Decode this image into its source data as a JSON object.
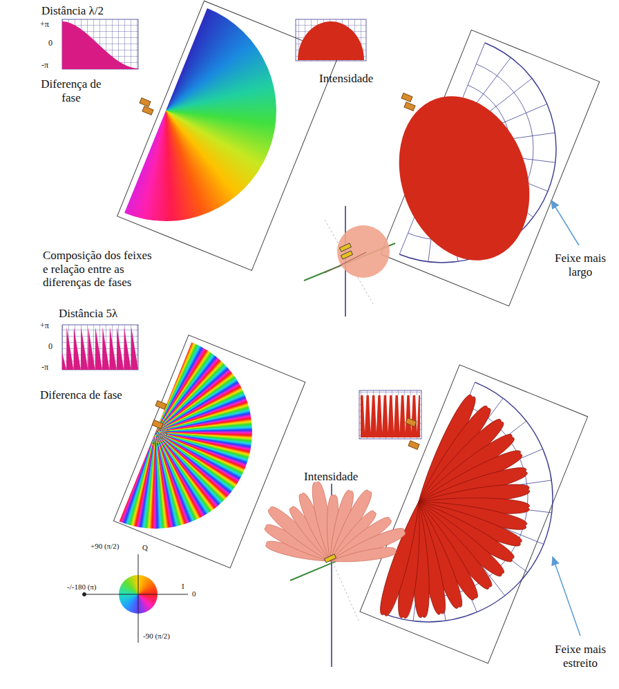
{
  "diagram": {
    "labels": [
      "Distância λ/2",
      "+π",
      "0",
      "-π",
      "Diferença de fase",
      "Intensidade",
      "Composição dos feixes e relação entre as diferenças de fases",
      "Feixe mais largo",
      "Distância 5λ",
      "+π",
      "0",
      "-π",
      "Diferenca de fase",
      "Intensidade",
      "+90 (π/2)",
      "Q",
      "-/-180 (π)",
      "I",
      "0",
      "-90 (π/2)",
      "Feixe mais estreito"
    ]
  }
}
